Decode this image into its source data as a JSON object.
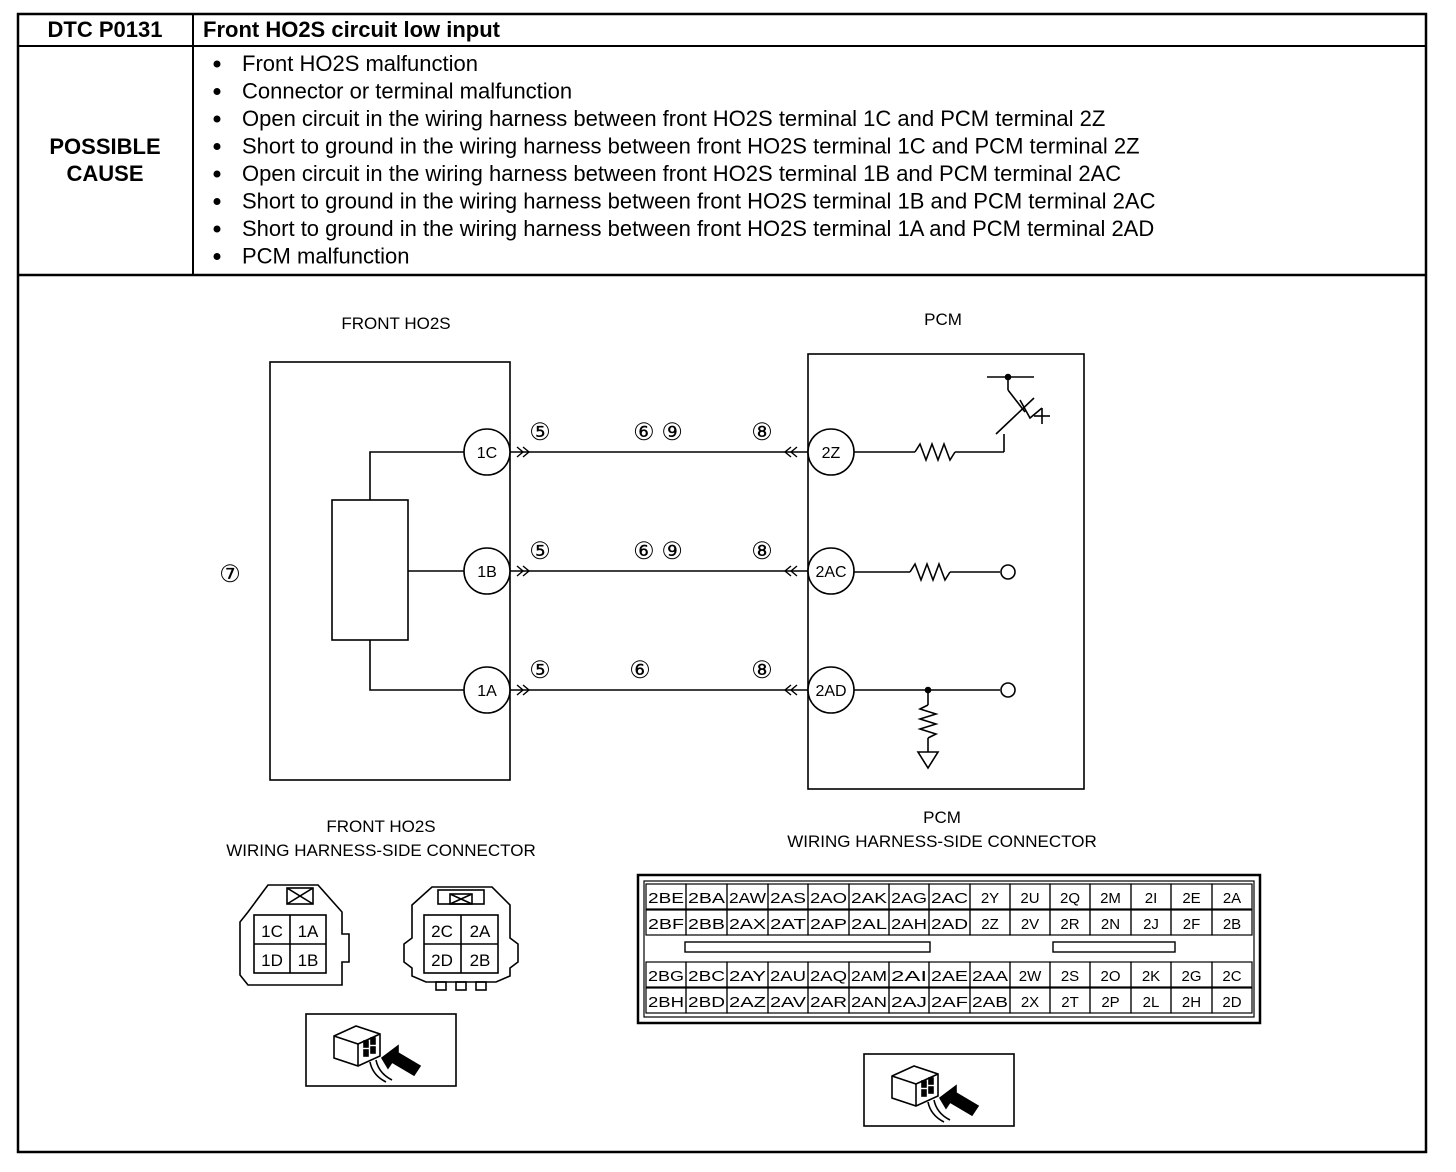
{
  "header": {
    "code": "DTC P0131",
    "title": "Front HO2S circuit low input"
  },
  "possible_cause": {
    "label_line1": "POSSIBLE",
    "label_line2": "CAUSE",
    "items": [
      "Front HO2S malfunction",
      "Connector or terminal malfunction",
      "Open circuit in the wiring harness between front HO2S terminal 1C and PCM terminal 2Z",
      "Short to ground in the wiring harness between front HO2S terminal 1C and PCM terminal 2Z",
      "Open circuit in the wiring harness between front HO2S terminal 1B and PCM terminal 2AC",
      "Short to ground in the wiring harness between front HO2S terminal 1B and PCM terminal 2AC",
      "Short to ground in the wiring harness between front HO2S terminal 1A and PCM terminal 2AD",
      "PCM malfunction"
    ]
  },
  "diagram": {
    "sensor_title": "FRONT HO2S",
    "pcm_title": "PCM",
    "sensor_step": "⑦",
    "sensor_terminals": [
      "1C",
      "1B",
      "1A"
    ],
    "pcm_terminals": [
      "2Z",
      "2AC",
      "2AD"
    ],
    "wires": [
      {
        "left": "⑤",
        "mid": "⑥ ⑨",
        "right": "⑧"
      },
      {
        "left": "⑤",
        "mid": "⑥ ⑨",
        "right": "⑧"
      },
      {
        "left": "⑤",
        "mid": "⑥",
        "right": "⑧"
      }
    ]
  },
  "connectors": {
    "sensor_title_line1": "FRONT HO2S",
    "sensor_title_line2": "WIRING HARNESS-SIDE CONNECTOR",
    "sensor_plug_a": [
      "1C",
      "1A",
      "1D",
      "1B"
    ],
    "sensor_plug_b": [
      "2C",
      "2A",
      "2D",
      "2B"
    ],
    "pcm_title_line1": "PCM",
    "pcm_title_line2": "WIRING HARNESS-SIDE CONNECTOR",
    "pcm_rows": [
      [
        "2BE",
        "2BA",
        "2AW",
        "2AS",
        "2AO",
        "2AK",
        "2AG",
        "2AC",
        "2Y",
        "2U",
        "2Q",
        "2M",
        "2I",
        "2E",
        "2A"
      ],
      [
        "2BF",
        "2BB",
        "2AX",
        "2AT",
        "2AP",
        "2AL",
        "2AH",
        "2AD",
        "2Z",
        "2V",
        "2R",
        "2N",
        "2J",
        "2F",
        "2B"
      ],
      [
        "2BG",
        "2BC",
        "2AY",
        "2AU",
        "2AQ",
        "2AM",
        "2AI",
        "2AE",
        "2AA",
        "2W",
        "2S",
        "2O",
        "2K",
        "2G",
        "2C"
      ],
      [
        "2BH",
        "2BD",
        "2AZ",
        "2AV",
        "2AR",
        "2AN",
        "2AJ",
        "2AF",
        "2AB",
        "2X",
        "2T",
        "2P",
        "2L",
        "2H",
        "2D"
      ]
    ]
  }
}
